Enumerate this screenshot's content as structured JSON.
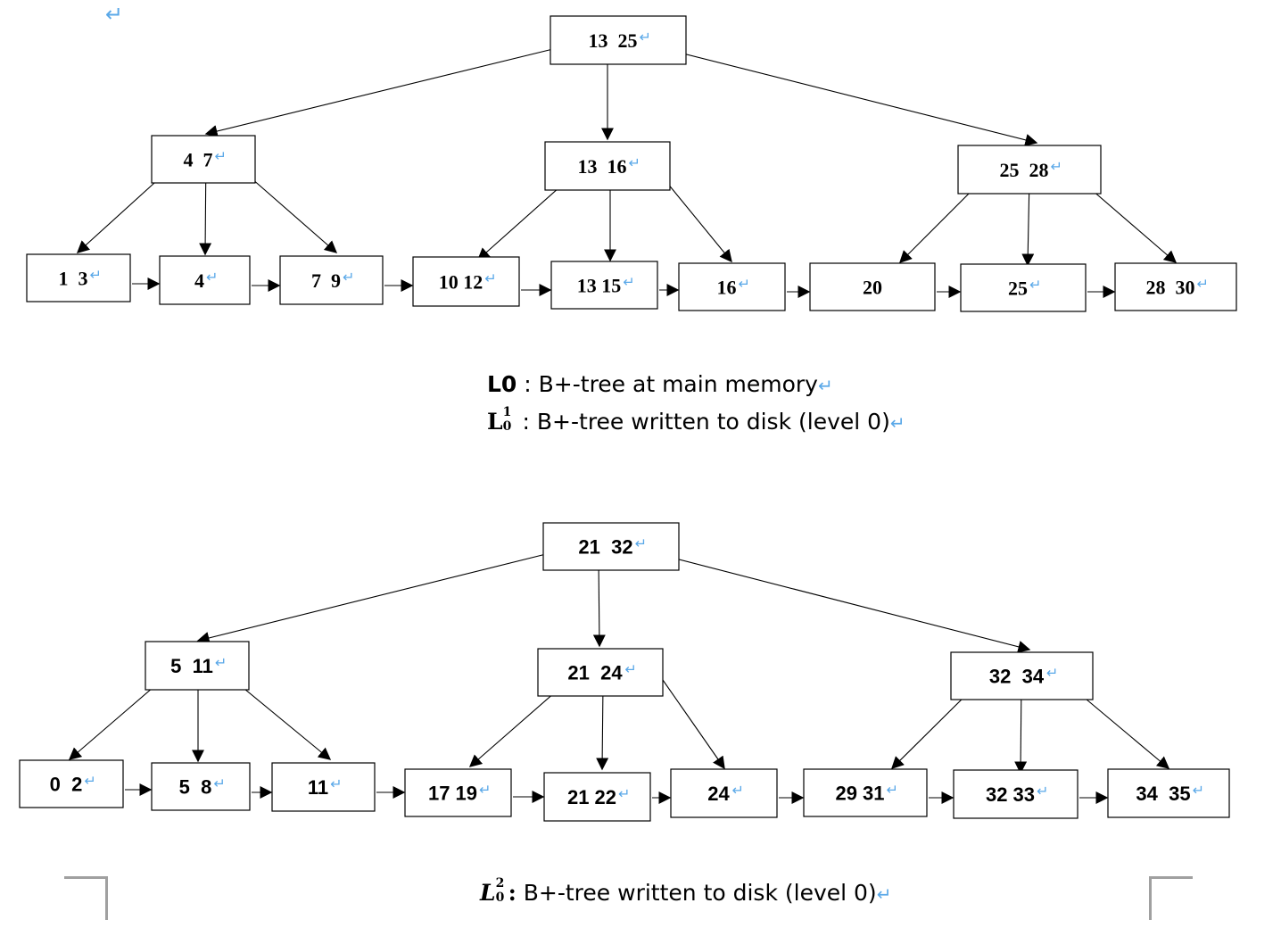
{
  "top_marker": "↵",
  "pilcrow": "↵",
  "tree1": {
    "root": {
      "label": "13  25",
      "mark": true
    },
    "internal": [
      {
        "label": "4  7",
        "mark": true
      },
      {
        "label": "13  16",
        "mark": true
      },
      {
        "label": "25  28",
        "mark": true
      }
    ],
    "leaves": [
      {
        "label": "1  3",
        "mark": true
      },
      {
        "label": "4",
        "mark": true
      },
      {
        "label": "7  9",
        "mark": true
      },
      {
        "label": "10 12",
        "mark": true
      },
      {
        "label": "13 15",
        "mark": true
      },
      {
        "label": "16",
        "mark": true
      },
      {
        "label": "20",
        "mark": false
      },
      {
        "label": "25",
        "mark": true
      },
      {
        "label": "28  30",
        "mark": true
      }
    ]
  },
  "tree2": {
    "root": {
      "label": "21  32",
      "mark": true
    },
    "internal": [
      {
        "label": "5  11",
        "mark": true
      },
      {
        "label": "21  24",
        "mark": true
      },
      {
        "label": "32  34",
        "mark": true
      }
    ],
    "leaves": [
      {
        "label": "0  2",
        "mark": true
      },
      {
        "label": "5  8",
        "mark": true
      },
      {
        "label": "11",
        "mark": true
      },
      {
        "label": "17 19",
        "mark": true
      },
      {
        "label": "21 22",
        "mark": true
      },
      {
        "label": "24",
        "mark": true
      },
      {
        "label": "29 31",
        "mark": true
      },
      {
        "label": "32 33",
        "mark": true
      },
      {
        "label": "34  35",
        "mark": true
      }
    ]
  },
  "captions": {
    "c1_label": "L0",
    "c1_text": " : B+-tree at main memory",
    "c2_label": "L",
    "c2_sup": "1",
    "c2_sub": "0",
    "c2_text": " : B+-tree written to disk (level 0)",
    "c3_label": "L",
    "c3_sup": "2",
    "c3_sub": "0",
    "c3_colon": ":",
    "c3_text": " B+-tree written to disk (level 0)",
    "ret": "↵"
  }
}
